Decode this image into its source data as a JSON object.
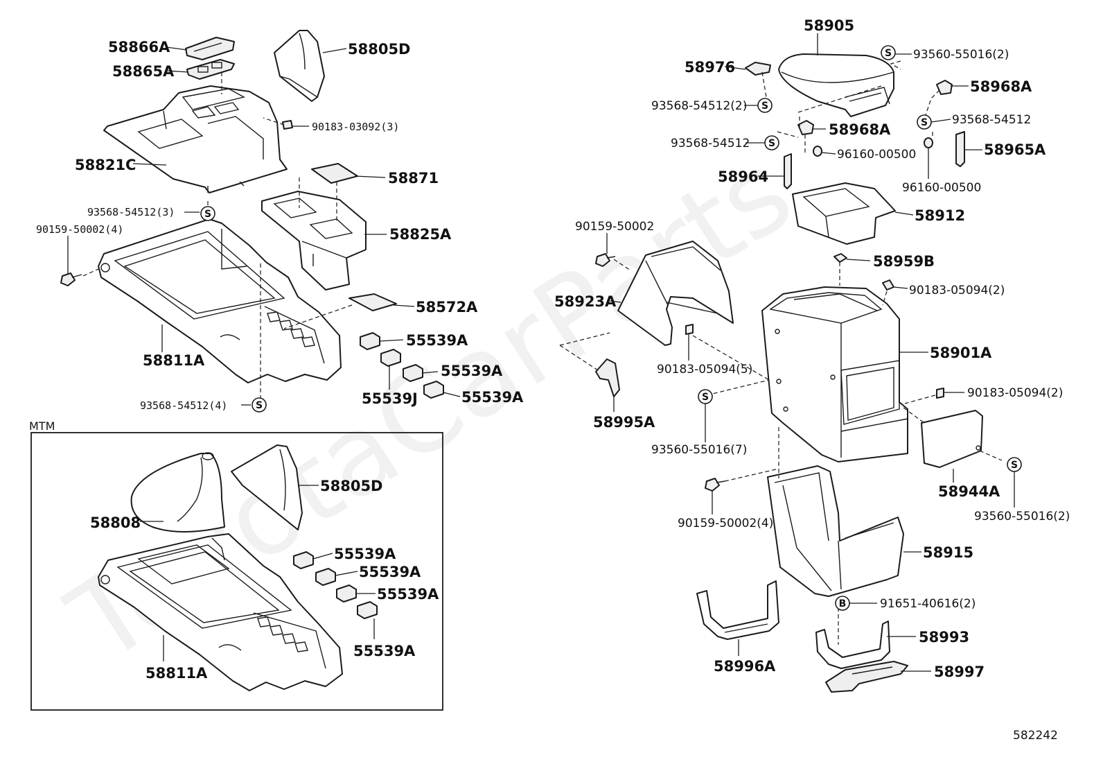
{
  "watermark": "ToyotaCarParts",
  "diagram_code": "582242",
  "mtm": {
    "label": "MTM"
  },
  "labels": {
    "l58866A": "58866A",
    "l58865A": "58865A",
    "l58805D_top": "58805D",
    "l90183_03092": "90183-03092(3)",
    "l58821C": "58821C",
    "l58871": "58871",
    "l93568_54512_3": "93568-54512(3)",
    "l90159_50002_4": "90159-50002(4)",
    "l58825A": "58825A",
    "l58572A": "58572A",
    "l58811A_top": "58811A",
    "l55539A_1": "55539A",
    "l55539A_2": "55539A",
    "l55539J": "55539J",
    "l55539A_3": "55539A",
    "l93568_54512_4": "93568-54512(4)",
    "l58805D_mtm": "58805D",
    "l58808": "58808",
    "l55539A_m1": "55539A",
    "l55539A_m2": "55539A",
    "l55539A_m3": "55539A",
    "l55539A_m4": "55539A",
    "l58811A_mtm": "58811A",
    "l58905": "58905",
    "l93560_55016_2a": "93560-55016(2)",
    "l58976": "58976",
    "l58968A_a": "58968A",
    "l93568_54512_2": "93568-54512(2)",
    "l93568_54512_r": "93568-54512",
    "l58968A_b": "58968A",
    "l93568_54512_m": "93568-54512",
    "l96160_00500_a": "96160-00500",
    "l58965A": "58965A",
    "l58964": "58964",
    "l96160_00500_b": "96160-00500",
    "l58912": "58912",
    "l90159_50002": "90159-50002",
    "l58959B": "58959B",
    "l58923A": "58923A",
    "l90183_05094_2a": "90183-05094(2)",
    "l58901A": "58901A",
    "l90183_05094_5": "90183-05094(5)",
    "l90183_05094_2b": "90183-05094(2)",
    "l58995A": "58995A",
    "l93560_55016_7": "93560-55016(7)",
    "l58944A": "58944A",
    "l90159_50002_4b": "90159-50002(4)",
    "l93560_55016_2b": "93560-55016(2)",
    "l58915": "58915",
    "l91651_40616_2": "91651-40616(2)",
    "l58993": "58993",
    "l58996A": "58996A",
    "l58997": "58997"
  },
  "symbols": {
    "screw": "S",
    "bolt": "B"
  }
}
